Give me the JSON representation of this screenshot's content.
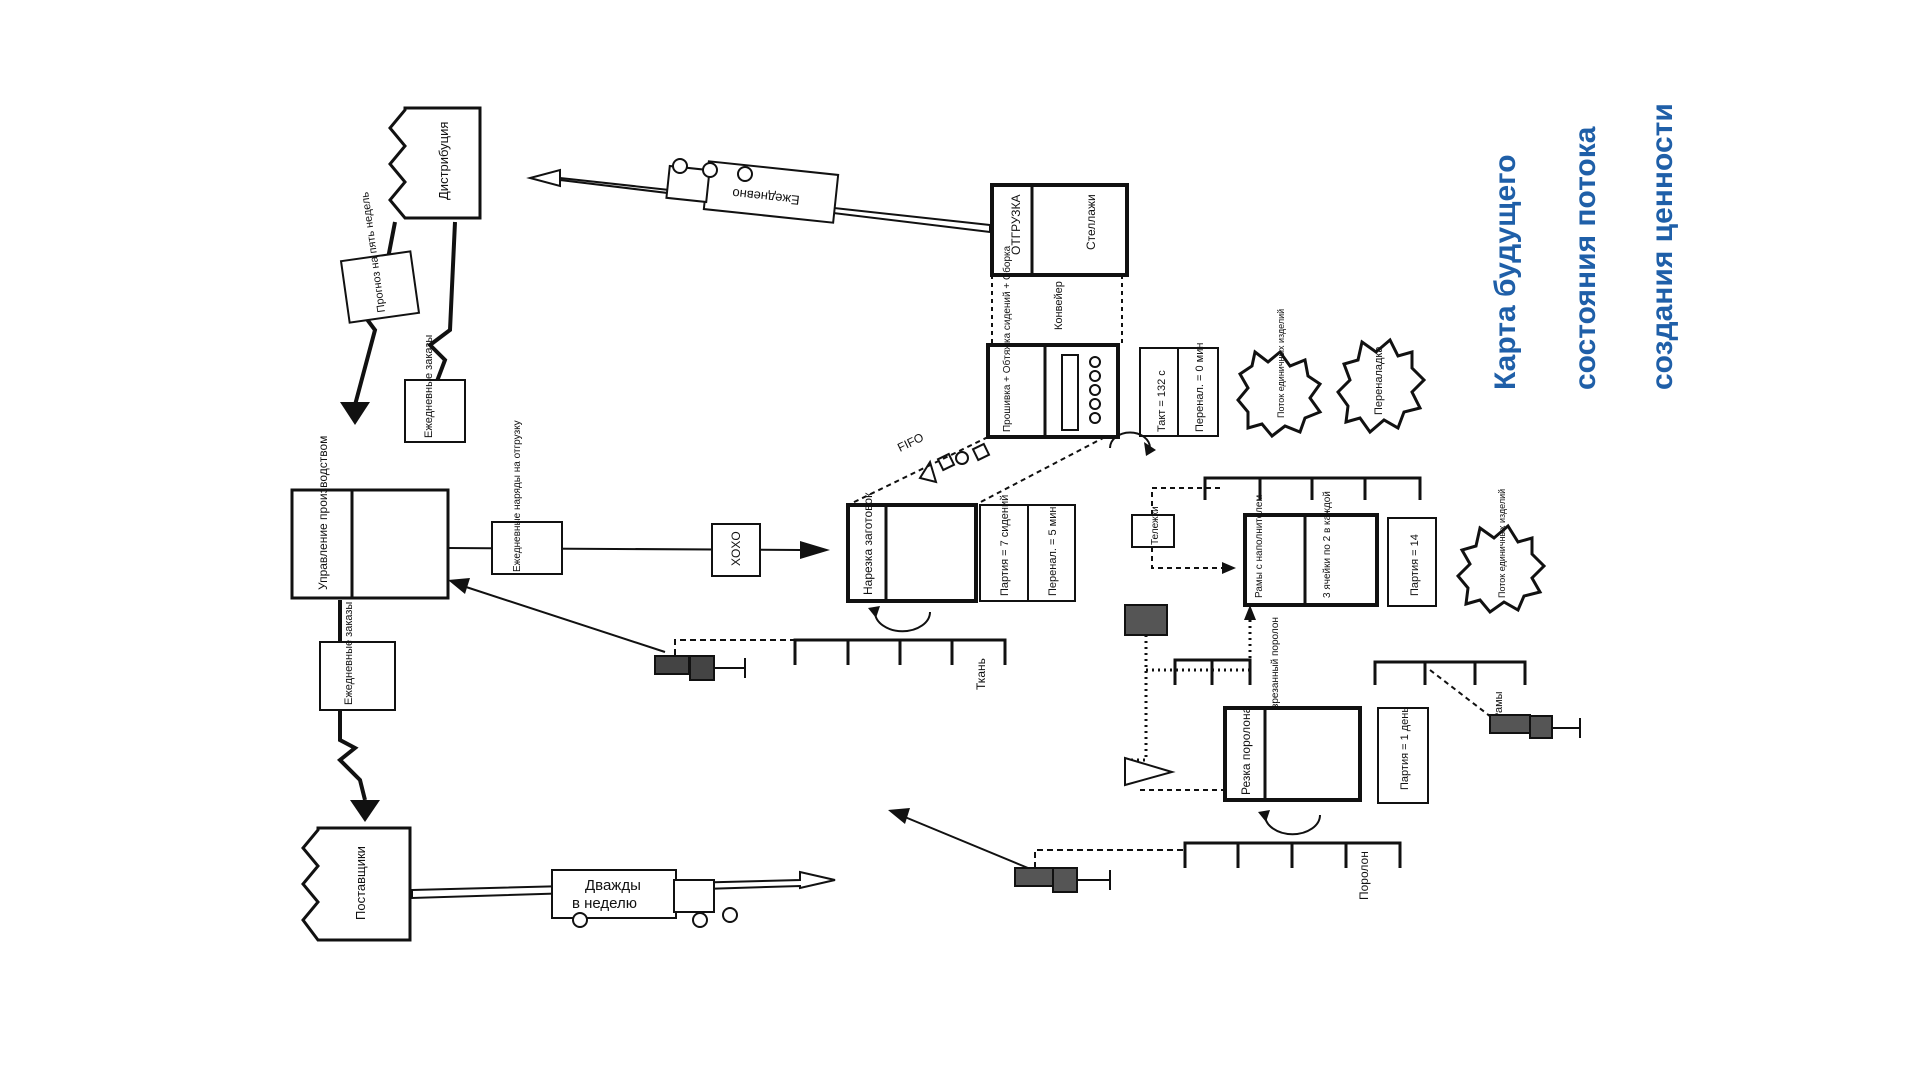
{
  "title": {
    "line1": "Карта будущего",
    "line2": "состояния потока",
    "line3": "создания ценности",
    "color": "#1f5fa8"
  },
  "nodes": {
    "distribution": "Дистрибуция",
    "suppliers": "Поставщики",
    "production_control": "Управление производством",
    "shipping": "ОТГРУЗКА",
    "shipping_sub": "Стеллажи",
    "conveyor": "Конвейер",
    "sewing_assembly": "Прошивка + Обтяжка сидений + Сборка",
    "cutting_blanks": "Нарезка заготовок",
    "frame_filler": "Рамы с наполнителем",
    "foam_cutting": "Резка поролона"
  },
  "data_boxes": {
    "sewing": [
      "Такт = 132 с",
      "Перенал. = 0 мин"
    ],
    "cutting_blanks": [
      "Партия = 7 сидений",
      "Перенал. = 5 мин"
    ],
    "frame_filler": [
      "Партия = 14"
    ],
    "frame_filler_note": "3 ячейки по 2 в каждой",
    "foam_cutting": [
      "Партия = 1 день"
    ]
  },
  "info_flows": {
    "forecast": "Прогноз на пять недель",
    "daily_orders_dist": "Ежедневные заказы",
    "daily_orders_sup": "Ежедневные заказы",
    "daily_shipping_list": "Ежедневные наряды на отгрузку",
    "xoxo": "XOXO"
  },
  "transport": {
    "daily_truck": "Ежедневно",
    "twice_weekly_line1": "Дважды",
    "twice_weekly_line2": "в неделю"
  },
  "supermarkets": {
    "fabric": "Ткань",
    "cut_foam": "Разрезанный поролон",
    "frames": "Рамы",
    "foam": "Поролон"
  },
  "misc": {
    "fifo": "FIFO",
    "trolley": "Тележки",
    "kaizen_flow_1": "Поток единичных изделий",
    "kaizen_changeover": "Переналадка",
    "kaizen_flow_2": "Поток единичных изделий"
  }
}
